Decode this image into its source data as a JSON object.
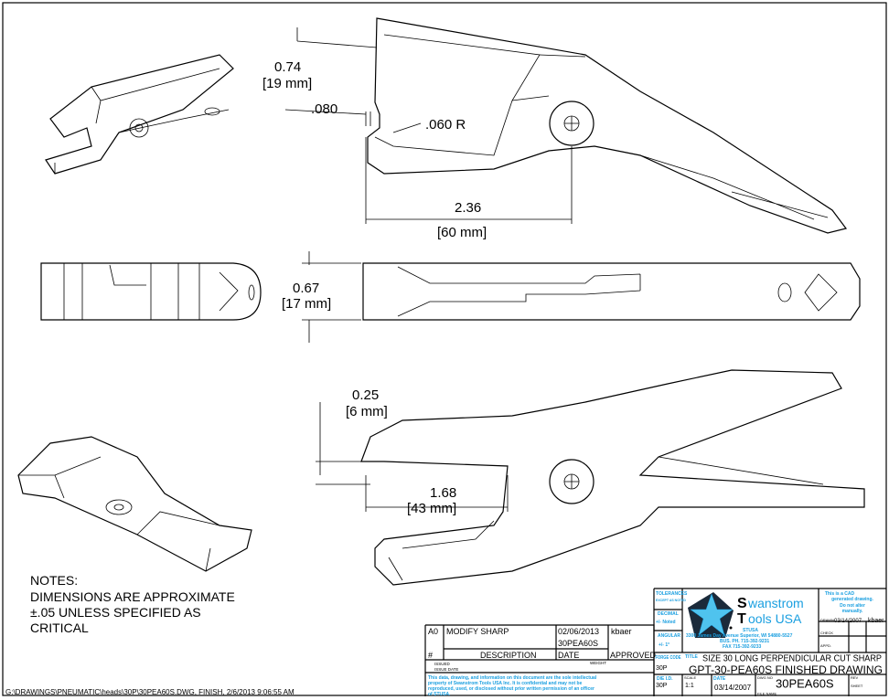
{
  "dimensions": {
    "top_height": "0.74",
    "top_height_mm": "[19 mm]",
    "gap": ".080",
    "radius": ".060 R",
    "top_length": "2.36",
    "top_length_mm": "[60 mm]",
    "side_height": "0.67",
    "side_height_mm": "[17 mm]",
    "bottom_height": "0.25",
    "bottom_height_mm": "[6 mm]",
    "bottom_length": "1.68",
    "bottom_length_mm": "[43 mm]"
  },
  "notes": {
    "heading": "NOTES:",
    "lines": [
      "DIMENSIONS ARE APPROXIMATE",
      "±.05 UNLESS SPECIFIED AS",
      "CRITICAL"
    ]
  },
  "file_path": "G:\\DRAWINGS\\PNEUMATIC\\heads\\30P\\30PEA60S.DWG, FINISH, 2/6/2013 9:06:55 AM",
  "revision": {
    "rev": "A0",
    "description": "MODIFY SHARP",
    "date": "02/06/2013",
    "approved": "kbaer",
    "part": "30PEA60S",
    "headers": {
      "num": "#",
      "description": "DESCRIPTION",
      "date": "DATE",
      "approved": "APPROVED"
    },
    "issued": "ISSUED",
    "issue_date": "ISSUE DATE",
    "weight": "WEIGHT",
    "disclaimer": [
      "This data, drawing, and information on this document are the sole intellectual",
      "property of Swanstrom Tools USA Inc.  It is confidential and may not be",
      "reproduced, used, or disclosed without prior written permission of an officer",
      "of STUSA."
    ]
  },
  "title_block": {
    "tolerances": "TOLERANCES",
    "tolerances_sub": "EXCEPT AS NOTED",
    "decimal": "DECIMAL",
    "decimal_value": "+/- Noted",
    "angular": "ANGULAR",
    "angular_value": "+/- 1°",
    "company_s": "S",
    "company_rest1": "wanstrom",
    "company_t": "T",
    "company_rest2": "ools USA",
    "stusa": "STUSA",
    "address": "3300 James Day Avenue Superior, WI 54880-5527",
    "phone": "BUS. PH. 715-392-9231",
    "fax": "FAX  715-392-9233",
    "cad_note": [
      "This is a CAD",
      "generated drawing.",
      "Do not alter",
      "manually."
    ],
    "drawn_label": "DRAWN",
    "drawn_date": "03/14/2007",
    "drawn_by": "kbaer",
    "check_label": "CHECK",
    "appd_label": "APPD.",
    "forge_label": "FORGE CODE",
    "forge_value": "30P",
    "title_label": "TITLE",
    "title_line1": "SIZE 30 LONG PERPENDICULAR  CUT SHARP",
    "title_line2": "GPT-30-PEA60S FINISHED DRAWING",
    "die_label": "DIE I.D.",
    "die_value": "30P",
    "scale_label": "SCALE",
    "scale_value": "1:1",
    "date_label": "DATE",
    "date_value": "03/14/2007",
    "dwg_label": "DWG NO",
    "dwg_value": "30PEA60S",
    "file_label": "FILE NAME",
    "rev_label": "REV",
    "sheet_label": "SHEET"
  },
  "colors": {
    "accent": "#1a9fe0",
    "star": "#4fc3ee"
  }
}
